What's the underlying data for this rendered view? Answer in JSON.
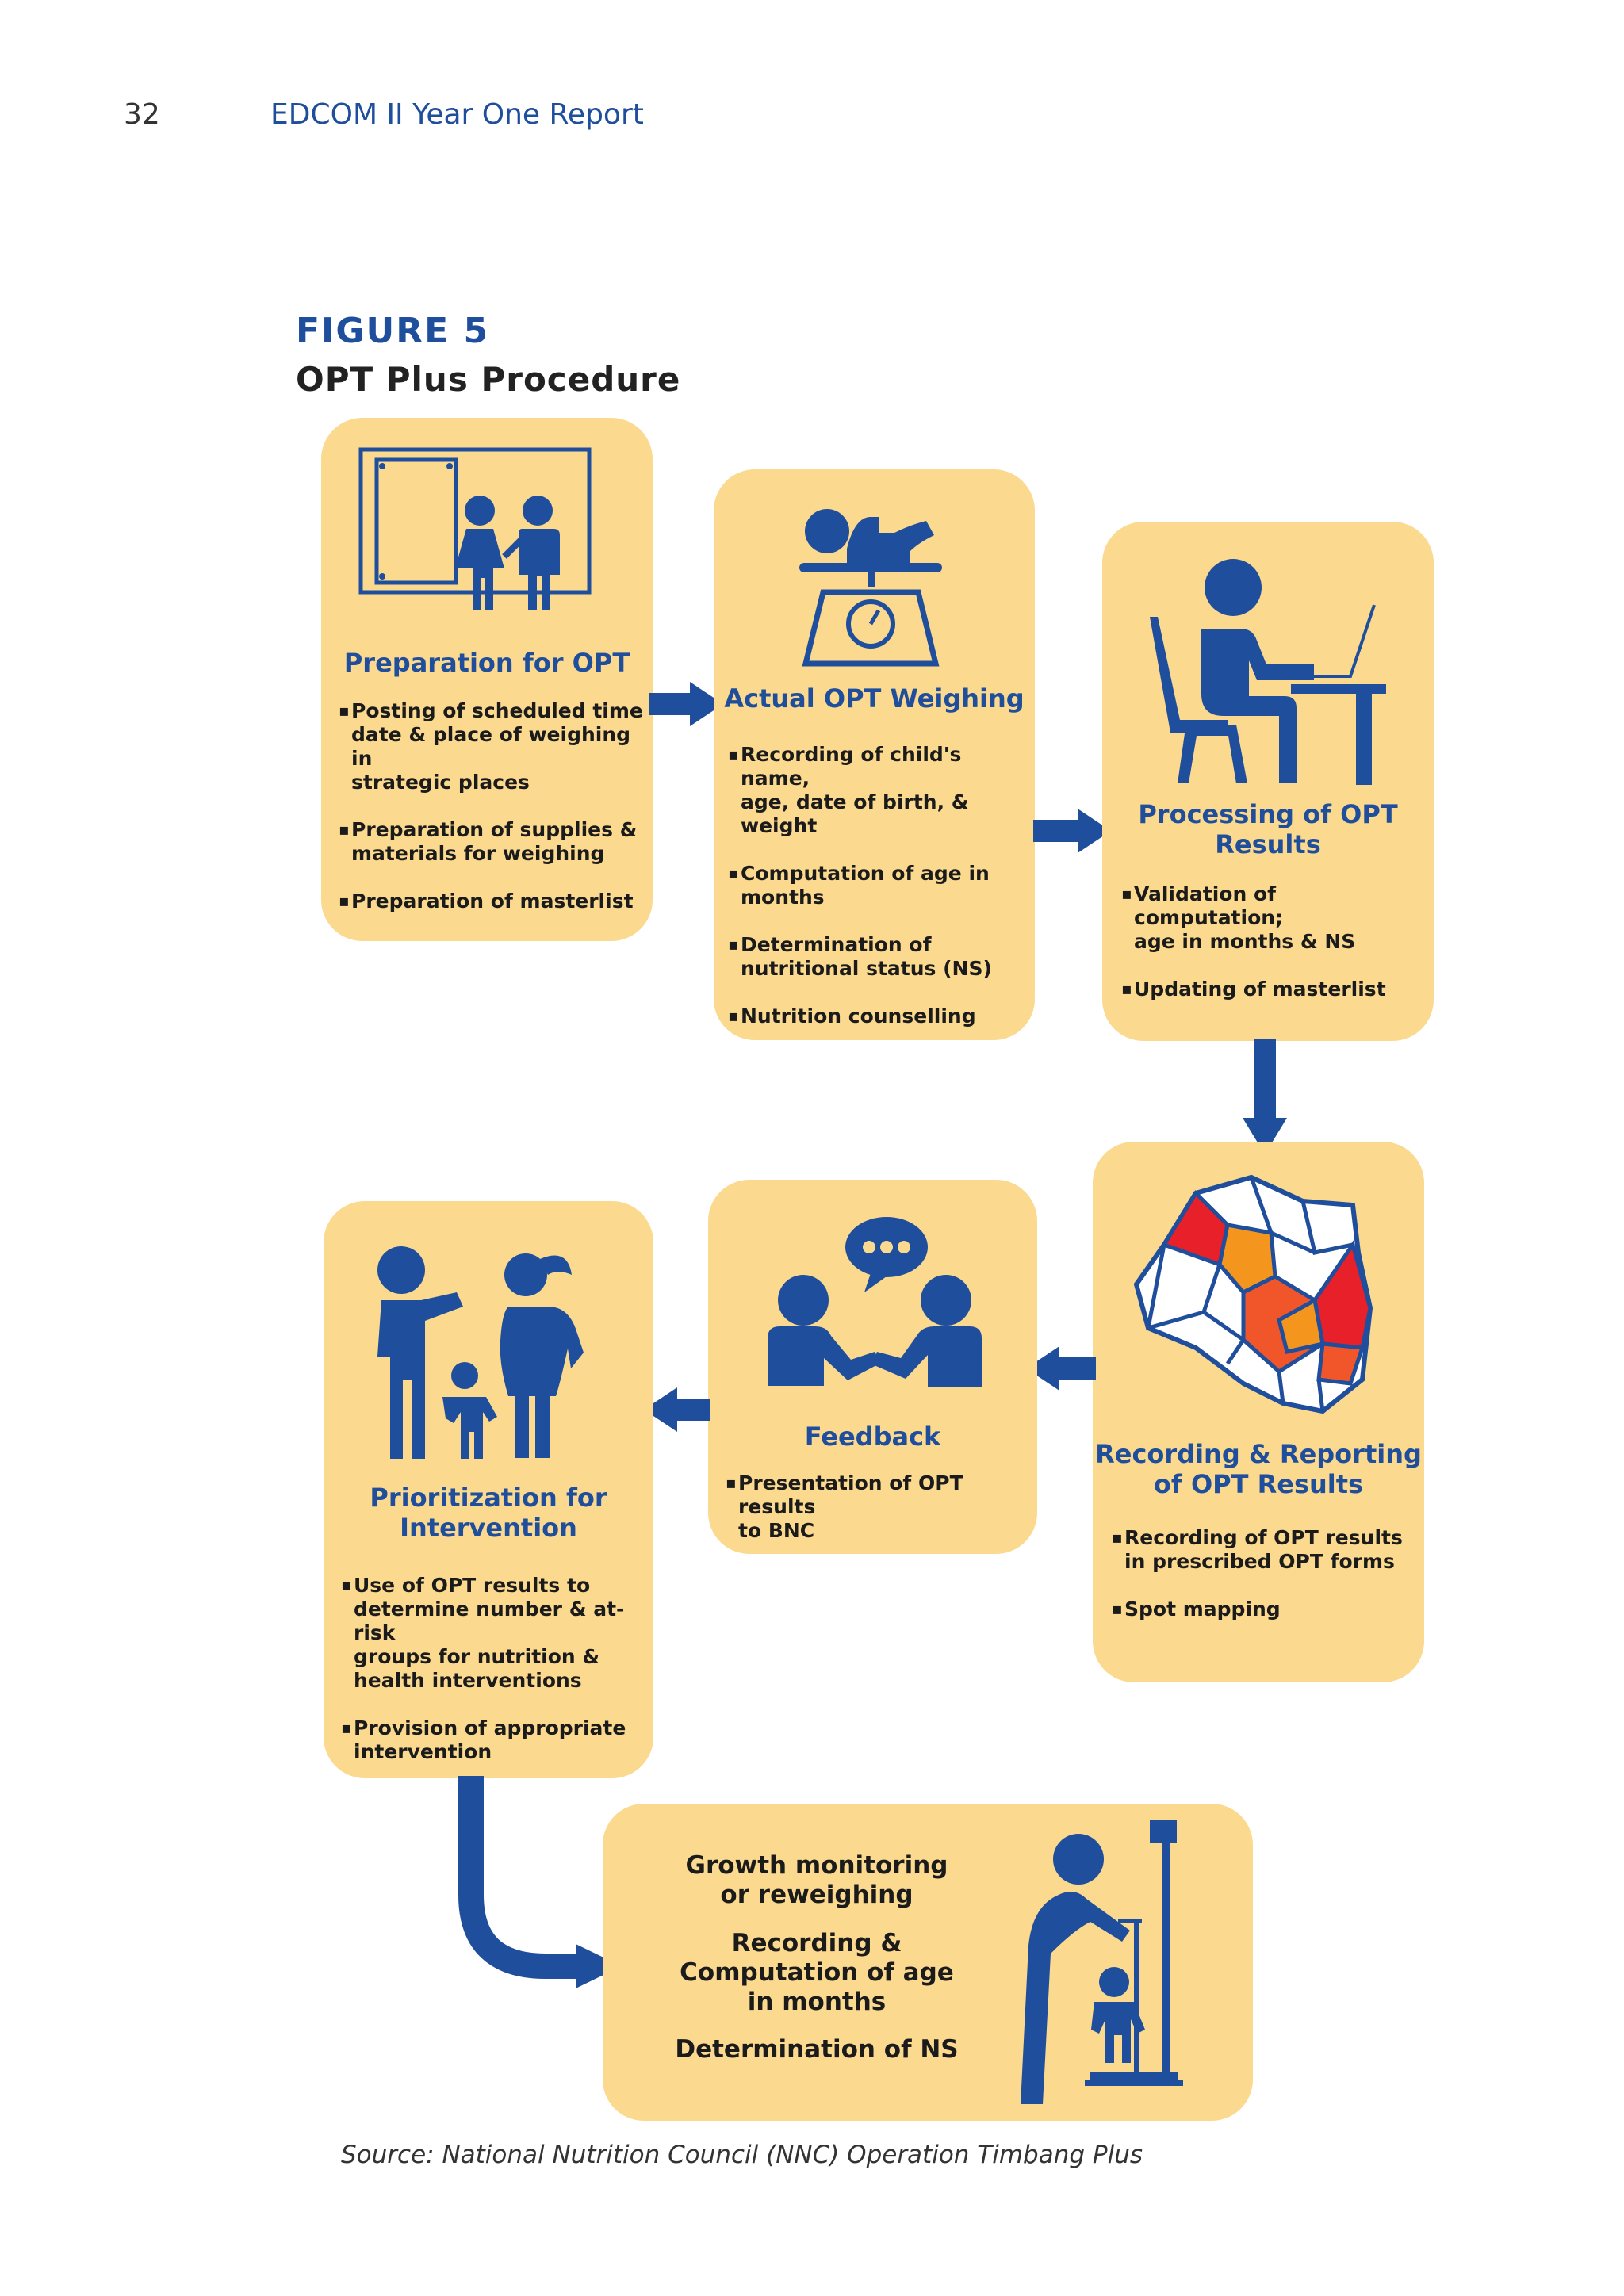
{
  "header": {
    "page_number": "32",
    "running_title": "EDCOM II Year One Report"
  },
  "figure": {
    "label": "FIGURE 5",
    "title": "OPT Plus Procedure"
  },
  "steps": [
    {
      "title": "Preparation for OPT",
      "bullets": [
        "Posting of scheduled time\ndate & place of weighing in\nstrategic places",
        "Preparation of supplies &\nmaterials for weighing",
        "Preparation of masterlist"
      ]
    },
    {
      "title": "Actual OPT Weighing",
      "bullets": [
        "Recording of child's name,\nage, date of birth, & weight",
        "Computation of age in\nmonths",
        "Determination of\nnutritional status (NS)",
        "Nutrition counselling"
      ]
    },
    {
      "title": "Processing of OPT\nResults",
      "bullets": [
        "Validation of computation;\nage in months & NS",
        "Updating of masterlist"
      ]
    },
    {
      "title": "Recording & Reporting\nof OPT Results",
      "bullets": [
        "Recording of OPT results\nin prescribed OPT forms",
        "Spot mapping"
      ]
    },
    {
      "title": "Feedback",
      "bullets": [
        "Presentation of OPT results\nto BNC"
      ]
    },
    {
      "title": "Prioritization for\nIntervention",
      "bullets": [
        "Use of OPT results to\ndetermine number & at-risk\ngroups for nutrition &\nhealth interventions",
        "Provision of appropriate\nintervention"
      ]
    }
  ],
  "final_step": {
    "lines": [
      "Growth monitoring\nor reweighing",
      "Recording &\nComputation of age\nin months",
      "Determination of NS"
    ]
  },
  "source": "Source: National Nutrition Council (NNC) Operation Timbang Plus",
  "colors": {
    "box_fill": "#fbd98f",
    "accent_blue": "#1f4e9c",
    "map_red": "#e8202a",
    "map_orange": "#f0562a",
    "map_amber": "#f4951e"
  }
}
